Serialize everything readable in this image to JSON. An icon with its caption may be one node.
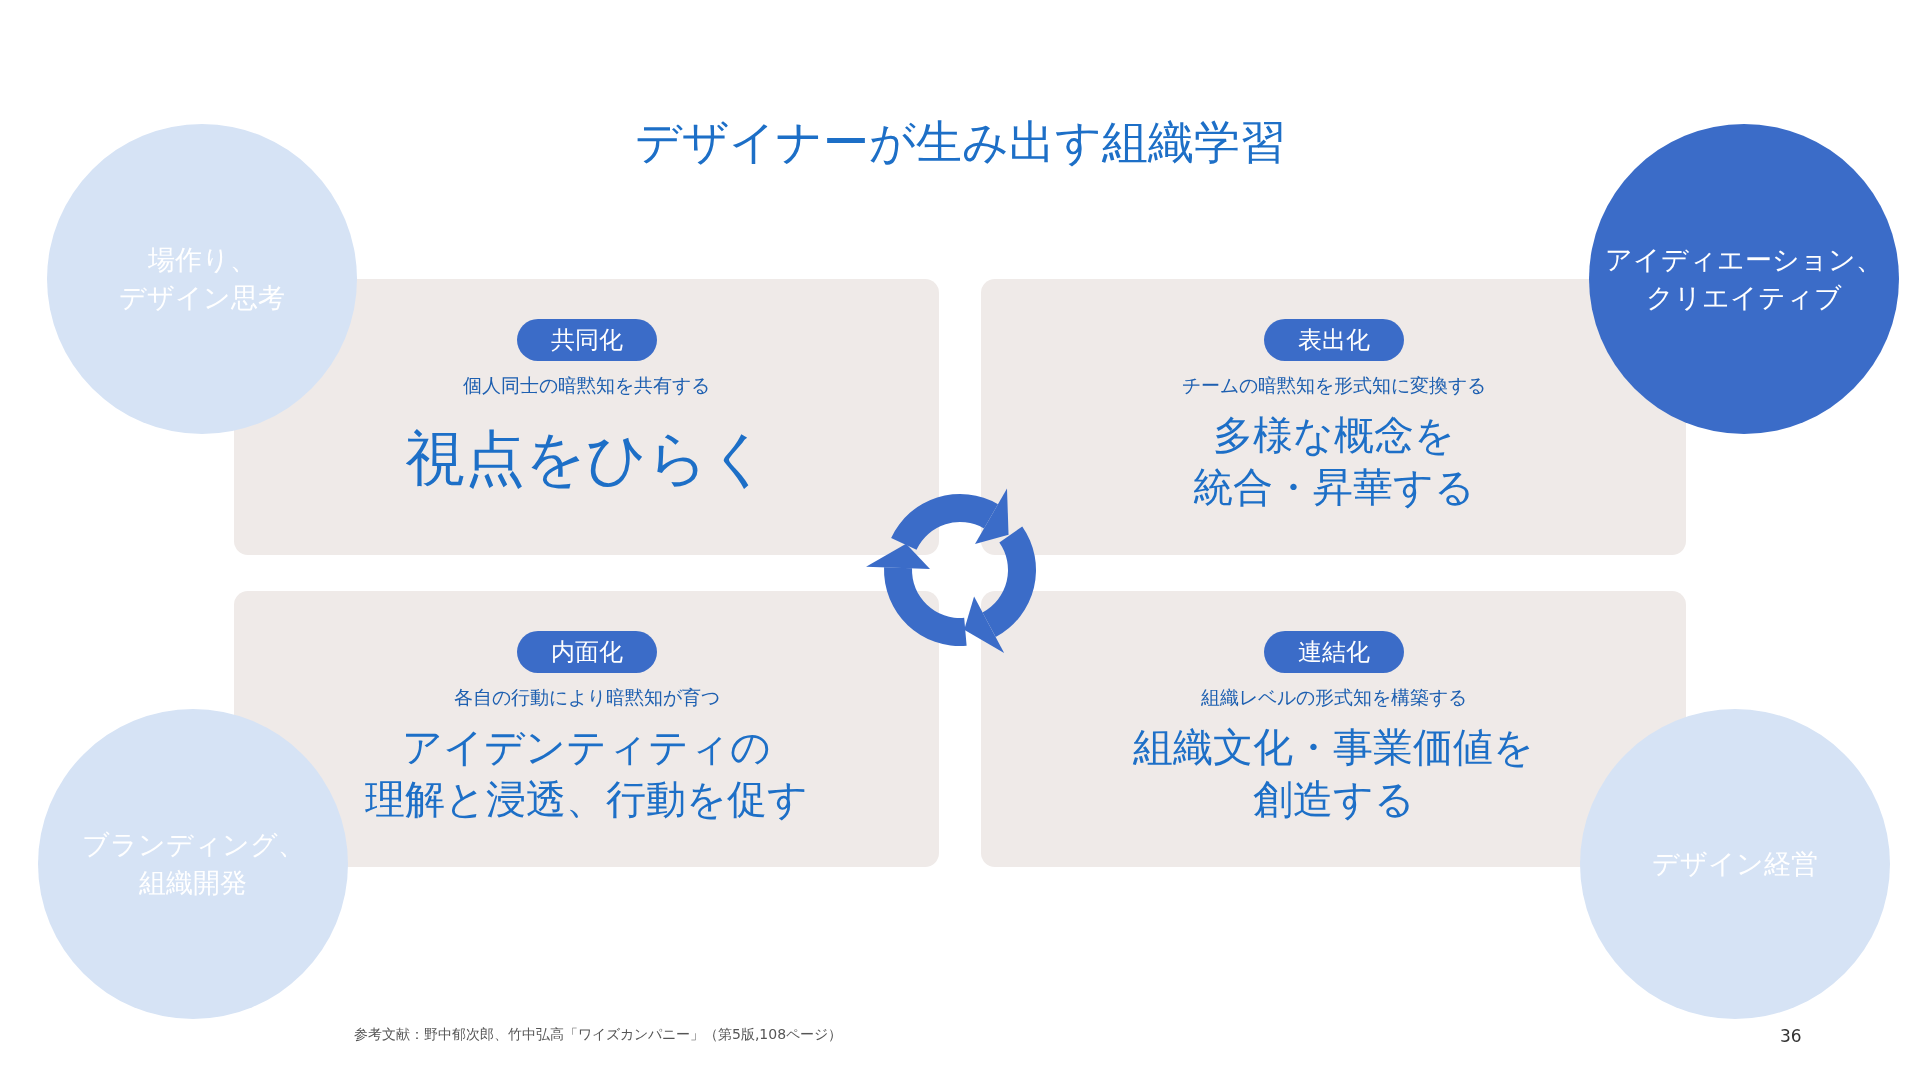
{
  "diagram": {
    "title": "デザイナーが生み出す組織学習",
    "nodes": [
      {
        "text": [
          "共同化",
          "個人同士の暗黙知を共有する",
          "視点をひらく"
        ]
      },
      {
        "text": [
          "表出化",
          "チームの暗黙知を形式知に変換する",
          "多様な概念を統合・昇華する"
        ]
      },
      {
        "text": [
          "内面化",
          "各自の行動により暗黙知が育つ",
          "アイデンティティの理解と浸透、行動を促す"
        ]
      },
      {
        "text": [
          "連結化",
          "組織レベルの形式知を構築する",
          "組織文化・事業価値を創造する"
        ]
      },
      {
        "text": [
          "場作り、デザイン思考"
        ]
      },
      {
        "text": [
          "アイディエーション、クリエイティブ"
        ]
      },
      {
        "text": [
          "ブランディング、組織開発"
        ]
      },
      {
        "text": [
          "デザイン経営"
        ]
      }
    ],
    "edges": [],
    "labels": [
      "参考文献：野中郁次郎、竹中弘高「ワイズカンパニー」（第5版,108ページ）",
      "36"
    ]
  }
}
